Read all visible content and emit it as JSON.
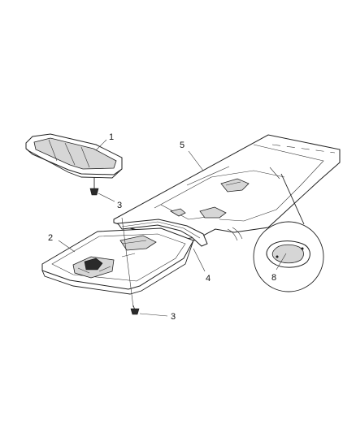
{
  "callouts": {
    "c1": "1",
    "c2": "2",
    "c3a": "3",
    "c3b": "3",
    "c4": "4",
    "c5": "5",
    "c8": "8"
  },
  "colors": {
    "line": "#222222",
    "background": "#ffffff"
  }
}
